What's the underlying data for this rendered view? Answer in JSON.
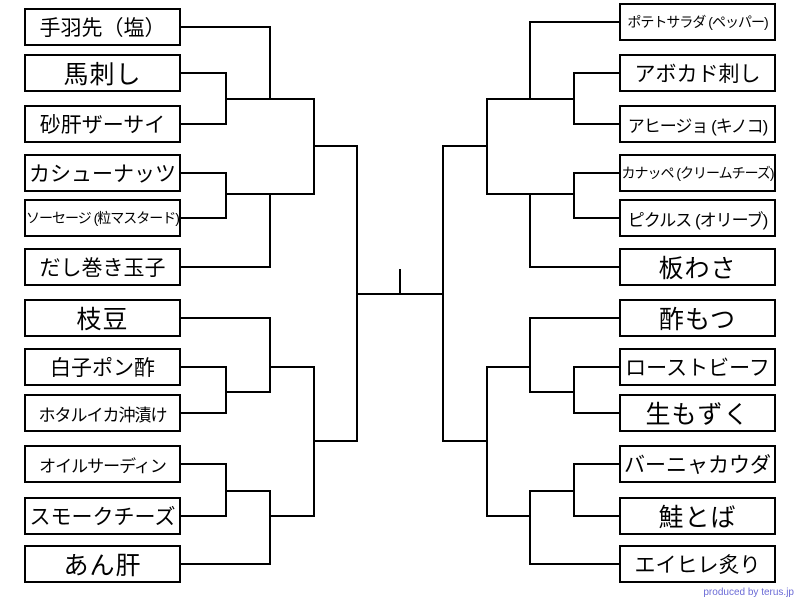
{
  "left": [
    {
      "label": "手羽先（塩）",
      "size": "sz-m"
    },
    {
      "label": "馬刺し",
      "size": "sz-l"
    },
    {
      "label": "砂肝ザーサイ",
      "size": "sz-m"
    },
    {
      "label": "カシューナッツ",
      "size": "sz-m"
    },
    {
      "label": "ソーセージ (粒マスタード)",
      "size": "sz-xs"
    },
    {
      "label": "だし巻き玉子",
      "size": "sz-m"
    },
    {
      "label": "枝豆",
      "size": "sz-l"
    },
    {
      "label": "白子ポン酢",
      "size": "sz-m"
    },
    {
      "label": "ホタルイカ沖漬け",
      "size": "sz-s"
    },
    {
      "label": "オイルサーディン",
      "size": "sz-s"
    },
    {
      "label": "スモークチーズ",
      "size": "sz-m"
    },
    {
      "label": "あん肝",
      "size": "sz-l"
    }
  ],
  "right": [
    {
      "label": "ポテトサラダ (ペッパー)",
      "size": "sz-xs"
    },
    {
      "label": "アボカド刺し",
      "size": "sz-m"
    },
    {
      "label": "アヒージョ (キノコ)",
      "size": "sz-s"
    },
    {
      "label": "カナッペ (クリームチーズ)",
      "size": "sz-xs"
    },
    {
      "label": "ピクルス (オリーブ)",
      "size": "sz-s"
    },
    {
      "label": "板わさ",
      "size": "sz-l"
    },
    {
      "label": "酢もつ",
      "size": "sz-l"
    },
    {
      "label": "ローストビーフ",
      "size": "sz-m"
    },
    {
      "label": "生もずく",
      "size": "sz-l"
    },
    {
      "label": "バーニャカウダ",
      "size": "sz-m"
    },
    {
      "label": "鮭とば",
      "size": "sz-l"
    },
    {
      "label": "エイヒレ炙り",
      "size": "sz-m"
    }
  ],
  "credit": "produced by terus.jp"
}
